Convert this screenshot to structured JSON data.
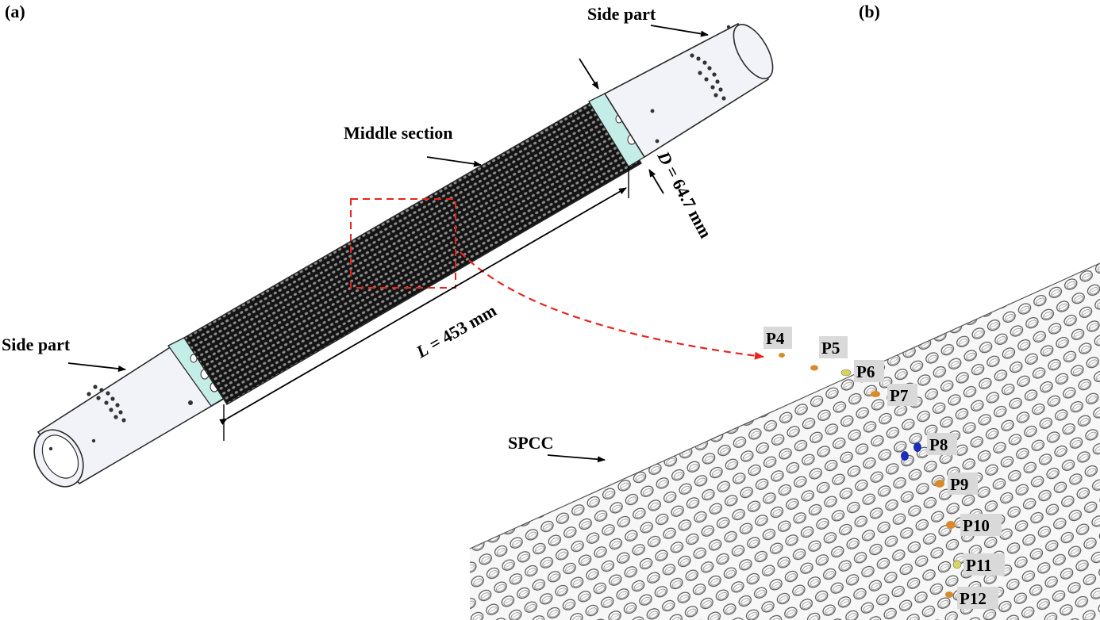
{
  "panel_a_label": "(a)",
  "panel_b_label": "(b)",
  "labels": {
    "side_part_top": "Side part",
    "side_part_left": "Side part",
    "middle_section": "Middle section",
    "diameter_symbol": "D",
    "diameter_value": " = 64.7 mm",
    "length_symbol": "L",
    "length_value": " = 453 mm",
    "spcc": "SPCC"
  },
  "probe_points": [
    "P4",
    "P5",
    "P6",
    "P7",
    "P8",
    "P9",
    "P10",
    "P11",
    "P12"
  ],
  "colors": {
    "pipe": "#f2f3f8",
    "pipe_edge": "#2a2a2a",
    "mesh": "#3a3a3a",
    "connector": "#c5ede8",
    "zoom_box": "#e8241c",
    "probe_orange": "#d98a2b",
    "probe_yellow": "#d9d65a",
    "probe_blue": "#1f2fb5"
  }
}
